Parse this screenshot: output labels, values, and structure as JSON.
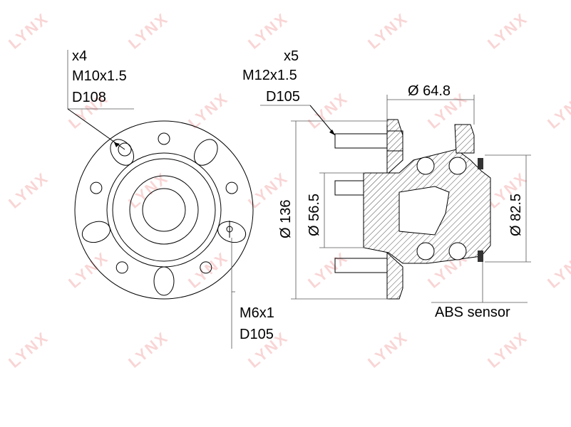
{
  "watermark": {
    "text": "LYNX",
    "color": "#f08a8a"
  },
  "front_view": {
    "callout_bolts": {
      "count": "x4",
      "thread": "M10x1.5",
      "diameter": "D108"
    },
    "callout_screw": {
      "thread": "M6x1",
      "diameter": "D105"
    }
  },
  "side_view": {
    "callout_studs": {
      "count": "x5",
      "thread": "M12x1.5",
      "diameter": "D105"
    },
    "dim_flange_outer": "Ø 136",
    "dim_pilot": "Ø 56.5",
    "dim_bearing_outer": "Ø 82.5",
    "dim_top": "Ø 64.8",
    "abs_label": "ABS sensor"
  }
}
